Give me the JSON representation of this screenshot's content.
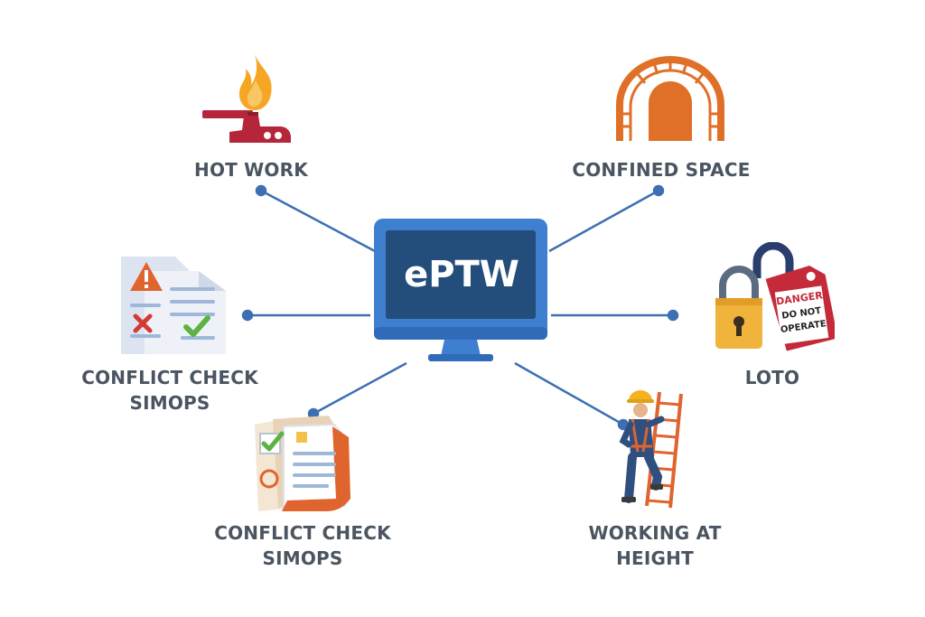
{
  "center": {
    "title": "ePTW"
  },
  "nodes": {
    "hot_work": {
      "label": "HOT WORK",
      "icon": "torch-flame-icon"
    },
    "confined_space": {
      "label": "CONFINED SPACE",
      "icon": "tunnel-arch-icon"
    },
    "conflict_check_left": {
      "line1": "CONFLICT CHECK",
      "line2": "SIMOPS",
      "icon": "checklist-warning-icon"
    },
    "loto": {
      "label": "LOTO",
      "icon": "padlock-danger-tag-icon",
      "tag_line1": "DANGER",
      "tag_line2": "DO NOT",
      "tag_line3": "OPERATE"
    },
    "conflict_check_bottom": {
      "line1": "CONFLICT CHECK",
      "line2": "SIMOPS",
      "icon": "document-checklist-icon"
    },
    "working_at_height": {
      "line1": "WORKING AT",
      "line2": "HEIGHT",
      "icon": "worker-ladder-icon"
    }
  },
  "colors": {
    "connector": "#3d6fb3",
    "monitor_frame": "#3f7fd0",
    "monitor_screen": "#234d7a",
    "label": "#4a5561",
    "flame": "#f5a623",
    "torch": "#b5263a",
    "arch": "#e07028",
    "padlock": "#f0b43c",
    "tag": "#c42a3a"
  }
}
